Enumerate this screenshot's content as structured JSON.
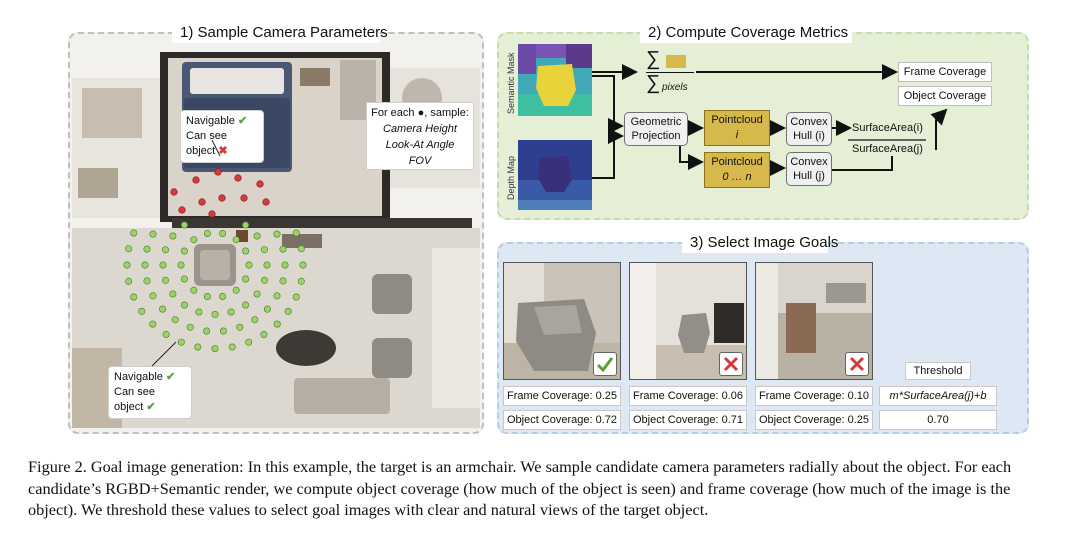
{
  "panel1": {
    "title": "1) Sample Camera Parameters",
    "note_top_l1": "Navigable",
    "note_top_l2": "Can see object",
    "note_bottom_l1": "Navigable",
    "note_bottom_l2": "Can see object",
    "sample_header": "For each ●, sample:",
    "sample_items": [
      "Camera Height",
      "Look-At Angle",
      "FOV"
    ]
  },
  "panel2": {
    "title": "2) Compute Coverage Metrics",
    "semantic_mask_label": "Semantic Mask",
    "depth_map_label": "Depth Map",
    "sum_top": "∑",
    "sum_bottom": "∑",
    "pixels_label": "pixels",
    "geometric_projection": "Geometric Projection",
    "pointcloud_i_l1": "Pointcloud",
    "pointcloud_i_l2": "i",
    "pointcloud_j_l1": "Pointcloud",
    "pointcloud_j_l2": "0 … n",
    "hull_i_l1": "Convex",
    "hull_i_l2": "Hull (i)",
    "hull_j_l1": "Convex",
    "hull_j_l2": "Hull (j)",
    "surface_i": "SurfaceArea(i)",
    "surface_j": "SurfaceArea(j)",
    "frame_coverage": "Frame Coverage",
    "object_coverage": "Object Coverage"
  },
  "panel3": {
    "title": "3) Select Image Goals",
    "threshold_label": "Threshold",
    "threshold_formula": "m*SurfaceArea(j)+b",
    "threshold_value": "0.70",
    "images": [
      {
        "frame": "Frame Coverage: 0.25",
        "object": "Object Coverage: 0.72",
        "result": "accept"
      },
      {
        "frame": "Frame Coverage: 0.06",
        "object": "Object Coverage: 0.71",
        "result": "reject"
      },
      {
        "frame": "Frame Coverage: 0.10",
        "object": "Object Coverage: 0.25",
        "result": "reject"
      }
    ]
  },
  "caption": "Figure 2. Goal image generation: In this example, the target is an armchair. We sample candidate camera parameters radially about the object. For each candidate’s RGBD+Semantic render, we compute object coverage (how much of the object is seen) and frame coverage (how much of the image is the object). We threshold these values to select goal images with clear and natural views of the target object.",
  "colors": {
    "navigable_point": "#9ad36a",
    "unnavigable_point": "#d83a3a",
    "pointcloud_box": "#d7b84b",
    "panel2_bg": "#e4efd6",
    "panel3_bg": "#dde8f4"
  }
}
